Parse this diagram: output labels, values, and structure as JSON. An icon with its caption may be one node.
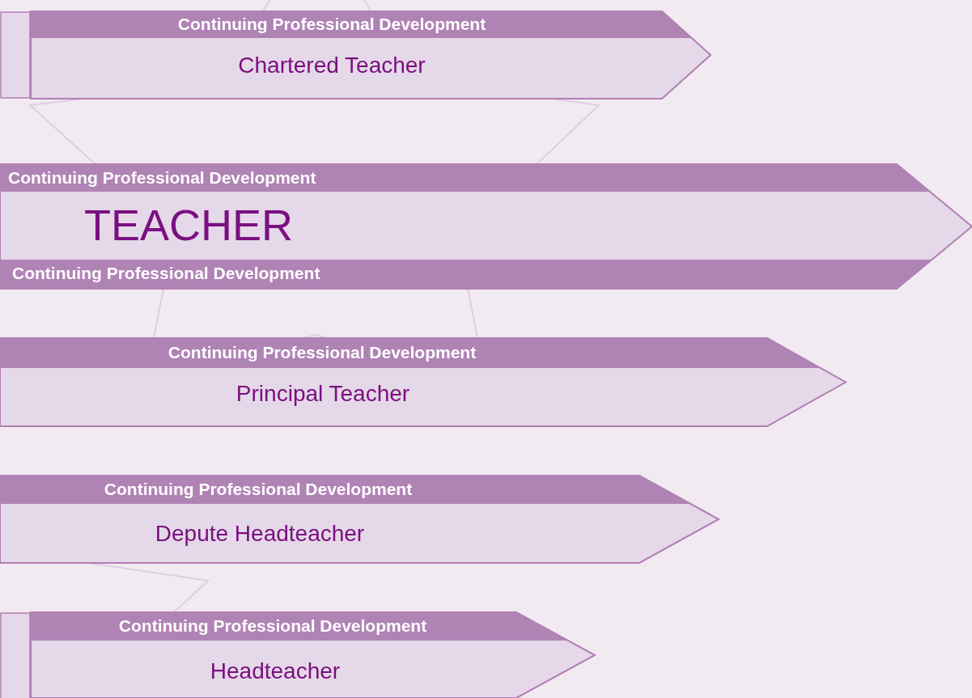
{
  "diagram": {
    "nodes": [
      {
        "text": [],
        "shape": "box"
      },
      {
        "text": [
          "Continuing Professional Development",
          "Chartered Teacher"
        ]
      },
      {
        "text": [
          "Continuing Professional Development",
          "TEACHER",
          "Continuing Professional Development"
        ]
      },
      {
        "text": [
          "Continuing Professional Development",
          "Principal Teacher"
        ]
      },
      {
        "text": [
          "Continuing Professional Development",
          "Depute Headteacher"
        ]
      },
      {
        "text": [],
        "shape": "box"
      },
      {
        "text": [
          "Continuing Professional Development",
          "Headteacher"
        ]
      }
    ]
  }
}
